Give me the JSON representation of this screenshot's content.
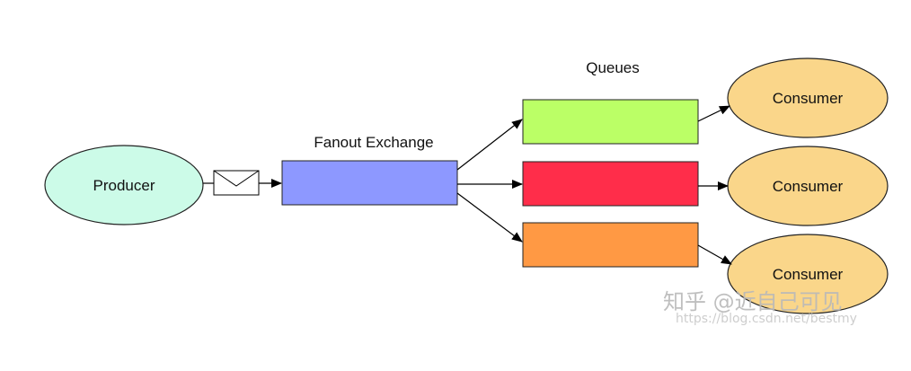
{
  "diagram": {
    "queues_heading": "Queues",
    "exchange_heading": "Fanout Exchange",
    "producer_label": "Producer",
    "consumers": [
      {
        "label": "Consumer"
      },
      {
        "label": "Consumer"
      },
      {
        "label": "Consumer"
      }
    ],
    "colors": {
      "producer": "#ccfbe8",
      "exchange": "#8d98ff",
      "queue_green": "#bbff66",
      "queue_red": "#ff2d4a",
      "queue_orange": "#ff9944",
      "consumer": "#fad68a"
    }
  },
  "watermark": {
    "line1": "知乎 @近自己可见",
    "line2": "https://blog.csdn.net/bestmy"
  }
}
